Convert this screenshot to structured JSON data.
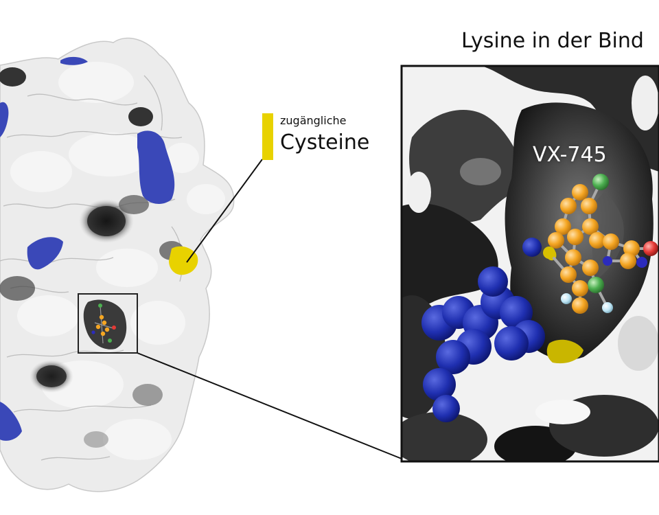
{
  "title": "Lysine in der Bind",
  "legend": {
    "small_label": "zugängliche",
    "big_label": "Cysteine",
    "color": "#e8d200"
  },
  "ligand_label": "VX-745",
  "colors": {
    "surface": "#ececec",
    "lysine": "#3a48b8",
    "cysteine": "#e8d200",
    "carbon": "#f5a623",
    "chlorine": "#4caf50",
    "fluorine": "#bfe6f5",
    "oxygen": "#e53935",
    "nitrogen": "#2b2bbd",
    "sulfur": "#e8c400"
  }
}
